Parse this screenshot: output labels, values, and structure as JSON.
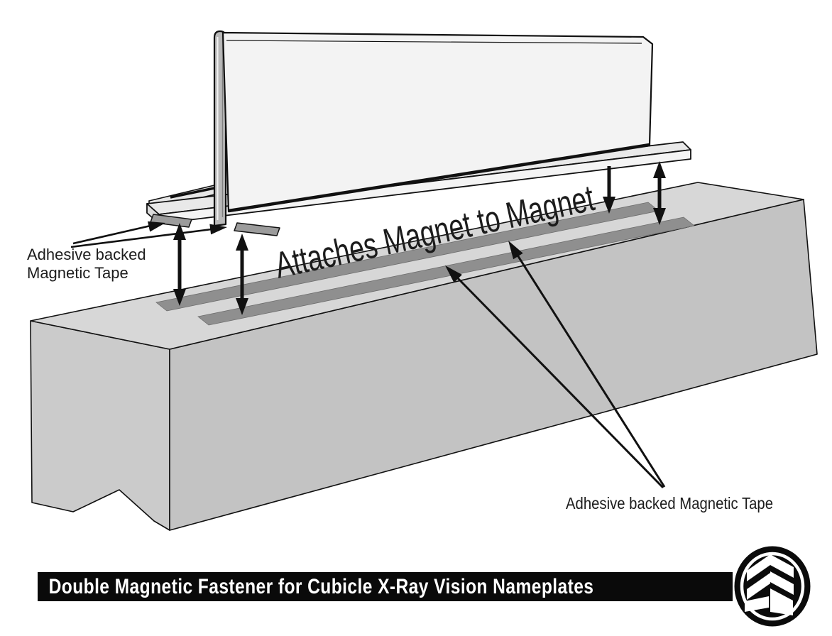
{
  "diagram": {
    "title_context": "Double magnetic fastener exploded view",
    "labels": {
      "left_line1": "Adhesive backed",
      "left_line2": "Magnetic Tape",
      "center": "Attaches Magnet to Magnet",
      "right": "Adhesive backed Magnetic Tape"
    },
    "parts": {
      "nameplate_holder": "acrylic T-base nameplate holder",
      "cubicle_wall": "cubicle partition top",
      "magnet_strips": "adhesive backed magnetic tape strips"
    }
  },
  "banner": {
    "title": "Double Magnetic Fastener for Cubicle X-Ray Vision Nameplates"
  },
  "logo": {
    "name": "building-logo"
  },
  "colors": {
    "background": "#ffffff",
    "wall_top": "#d7d7d7",
    "wall_front": "#c3c3c3",
    "wall_left": "#cbcbcb",
    "magnet_strip": "#8f8f8f",
    "panel_face": "#f3f3f3",
    "spine": "#b9b9b9",
    "base_top": "#e9e9e9",
    "tape_under_base": "#9c9c9c",
    "outline": "#111111",
    "label_text": "#1c1c1c",
    "banner_bg": "#0a0a0a",
    "banner_text": "#ffffff"
  }
}
